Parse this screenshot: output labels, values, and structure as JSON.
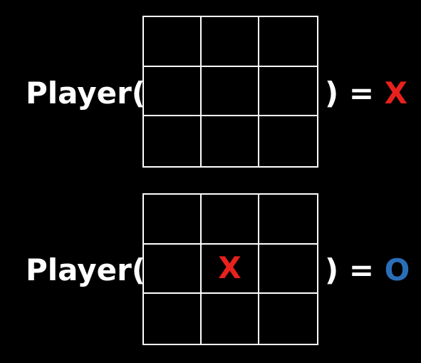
{
  "colors": {
    "background": "#000000",
    "grid": "#ffffff",
    "x_mark": "#e8211d",
    "o_mark": "#2a6eb8"
  },
  "rows": [
    {
      "prefix": "Player(",
      "cells": [
        "",
        "",
        "",
        "",
        "",
        "",
        "",
        "",
        ""
      ],
      "suffix": ") =",
      "result": "X",
      "result_color": "x"
    },
    {
      "prefix": "Player(",
      "cells": [
        "",
        "",
        "",
        "",
        "X",
        "",
        "",
        "",
        ""
      ],
      "suffix": ") =",
      "result": "O",
      "result_color": "o"
    }
  ]
}
